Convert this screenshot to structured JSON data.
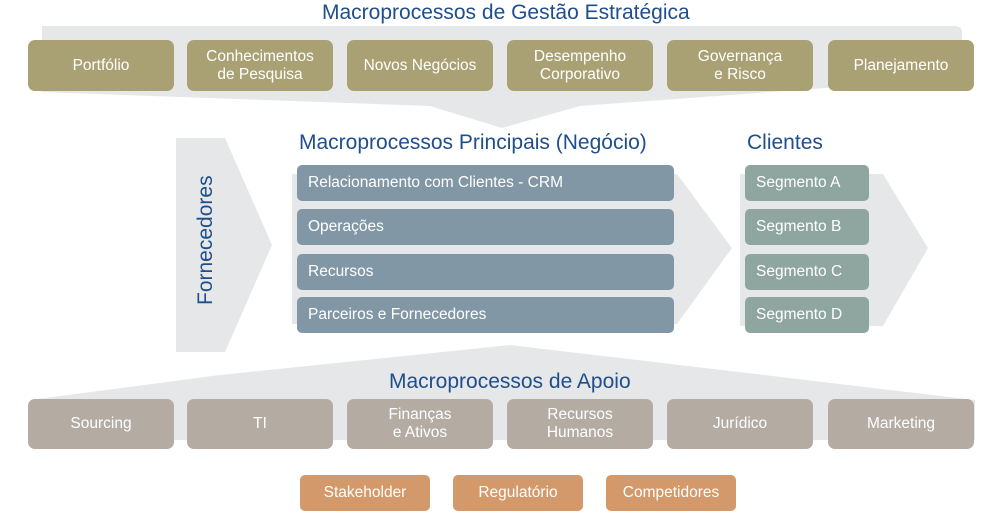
{
  "colors": {
    "title_blue": "#1f4e8c",
    "strategic_box": "#a9a173",
    "support_box": "#b4aba3",
    "core_box": "#8297a5",
    "client_box": "#8fa6a0",
    "external_box": "#d4996a",
    "background_shape": "#e6e7e9"
  },
  "strategic": {
    "title": "Macroprocessos de Gestão Estratégica",
    "items": [
      {
        "line1": "Portfólio",
        "line2": ""
      },
      {
        "line1": "Conhecimentos",
        "line2": "de Pesquisa"
      },
      {
        "line1": "Novos Negócios",
        "line2": ""
      },
      {
        "line1": "Desempenho",
        "line2": "Corporativo"
      },
      {
        "line1": "Governança",
        "line2": "e Risco"
      },
      {
        "line1": "Planejamento",
        "line2": ""
      }
    ]
  },
  "suppliers": {
    "label": "Fornecedores"
  },
  "core": {
    "title": "Macroprocessos Principais (Negócio)",
    "items": [
      "Relacionamento com Clientes - CRM",
      "Operações",
      "Recursos",
      "Parceiros e Fornecedores"
    ]
  },
  "clients": {
    "title": "Clientes",
    "items": [
      "Segmento A",
      "Segmento B",
      "Segmento C",
      "Segmento D"
    ]
  },
  "support": {
    "title": "Macroprocessos de Apoio",
    "items": [
      {
        "line1": "Sourcing",
        "line2": ""
      },
      {
        "line1": "TI",
        "line2": ""
      },
      {
        "line1": "Finanças",
        "line2": "e Ativos"
      },
      {
        "line1": "Recursos",
        "line2": "Humanos"
      },
      {
        "line1": "Jurídico",
        "line2": ""
      },
      {
        "line1": "Marketing",
        "line2": ""
      }
    ]
  },
  "external": {
    "items": [
      "Stakeholder",
      "Regulatório",
      "Competidores"
    ]
  }
}
